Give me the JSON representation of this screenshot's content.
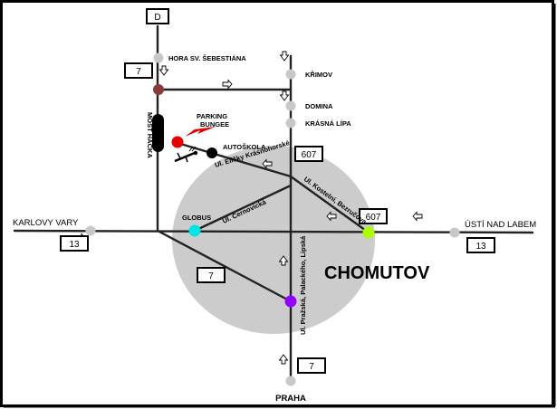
{
  "colors": {
    "background": "#ffffff",
    "frame": "#000000",
    "city_area": "#cccccc",
    "road": "#222222",
    "waypoint": "#c8c8c8",
    "parking": "#e60000",
    "parking_arrow": "#e60000",
    "autoskola": "#000000",
    "junction_hora": "#8b3a3a",
    "globus": "#00e5e5",
    "junction_east": "#aaff00",
    "junction_south": "#9400ff"
  },
  "road_shields": {
    "north_top": "D",
    "route7_north": "7",
    "route607_center": "607",
    "route607_east": "607",
    "route13_west": "13",
    "route13_east": "13",
    "route7_center": "7",
    "route7_south": "7"
  },
  "places": {
    "hora": "HORA SV. ŠEBESTIÁNA",
    "krimov": "KŘIMOV",
    "domina": "DOMINA",
    "krasna_lipa": "KRÁSNÁ LÍPA",
    "parking": "PARKING",
    "bungee": "BUNGEE",
    "autoskola": "AUTOŠKOLA",
    "globus": "GLOBUS",
    "karlovy_vary": "KARLOVY VARY",
    "usti": "ÚSTÍ NAD LABEM",
    "praha": "PRAHA",
    "city": "CHOMUTOV"
  },
  "streets": {
    "most": "MOST HAČKA",
    "krasnohorske": "Ul. Elišky Krásnohorské",
    "kostelni": "Ul. Kostelní, Bezručova",
    "cernovicka": "Ul. Černovická",
    "prazska": "Ul. Pražská, Palackého, Lipská"
  }
}
